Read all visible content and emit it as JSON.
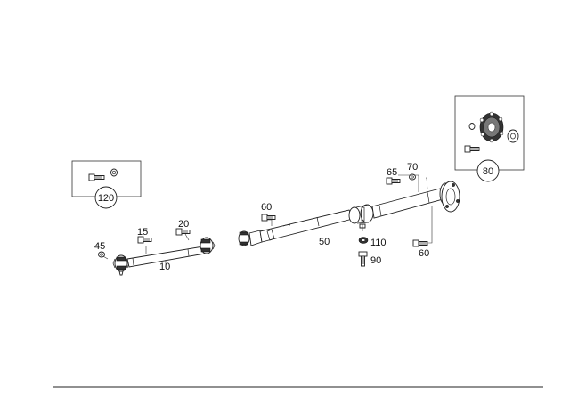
{
  "callouts": {
    "c10": "10",
    "c15": "15",
    "c20": "20",
    "c45": "45",
    "c50": "50",
    "c60a": "60",
    "c60b": "60",
    "c65": "65",
    "c70": "70",
    "c80": "80",
    "c90": "90",
    "c110": "110",
    "c120": "120"
  },
  "colors": {
    "line": "#222222",
    "background": "#ffffff"
  }
}
